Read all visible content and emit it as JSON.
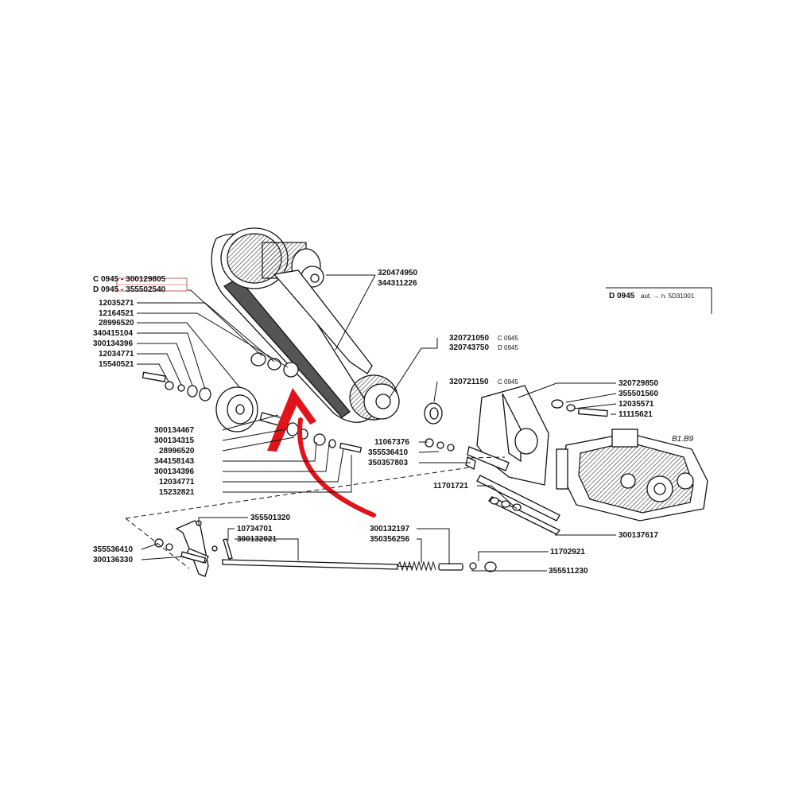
{
  "labels": {
    "c0945_300129805": "C 0945 - 300129805",
    "d0945_355502540": "D 0945 - 355502540",
    "p12035271": "12035271",
    "p12164521": "12164521",
    "p28996520_top": "28996520",
    "p340415104": "340415104",
    "p300134396_top": "300134396",
    "p12034771_top": "12034771",
    "p15540521": "15540521",
    "p320474950": "320474950",
    "p344311226": "344311226",
    "p320721050": "320721050",
    "p320743750": "320743750",
    "c0945_a": "C 0945",
    "d0945_a": "D 0945",
    "p320721150": "320721150",
    "c0945_b": "C 0945",
    "p300134467": "300134467",
    "p300134315": "300134315",
    "p28996520_bottom": "28996520",
    "p344158143": "344158143",
    "p300134396_bottom": "300134396",
    "p12034771_bottom": "12034771",
    "p15232821": "15232821",
    "p11067376": "11067376",
    "p355536410_mid": "355536410",
    "p350357803": "350357803",
    "p320729850": "320729850",
    "p355501560": "355501560",
    "p12035571": "12035571",
    "p11115621": "11115621",
    "b1b9": "B1.B9",
    "p11701721": "11701721",
    "p300137617": "300137617",
    "p355501320": "355501320",
    "p10734701": "10734701",
    "p300132021": "300132021",
    "p355536410_bottom": "355536410",
    "p300136330": "300136330",
    "p300132197": "300132197",
    "p350356256": "350356256",
    "p11702921": "11702921",
    "p355511230": "355511230"
  },
  "infobox": {
    "model": "D 0945",
    "note": "aut. → n. 5D31001"
  },
  "colors": {
    "ink": "#111111",
    "highlight": "#e0141a",
    "callout_box": "#c0392b"
  }
}
